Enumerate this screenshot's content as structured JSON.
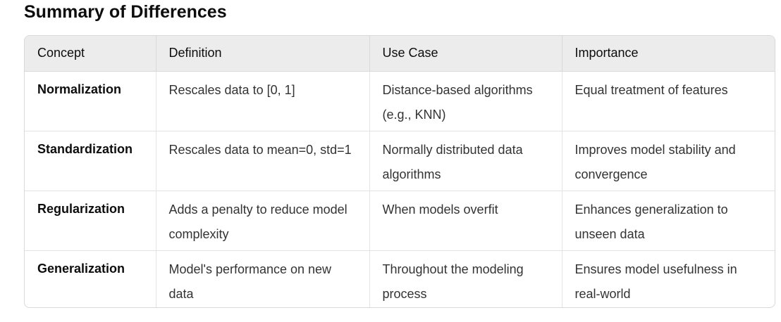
{
  "heading": "Summary of Differences",
  "table": {
    "headers": [
      "Concept",
      "Definition",
      "Use Case",
      "Importance"
    ],
    "rows": [
      [
        "Normalization",
        "Rescales data to [0, 1]",
        "Distance-based algorithms (e.g., KNN)",
        "Equal treatment of features"
      ],
      [
        "Standardization",
        "Rescales data to mean=0, std=1",
        "Normally distributed data algorithms",
        "Improves model stability and convergence"
      ],
      [
        "Regularization",
        "Adds a penalty to reduce model complexity",
        "When models overfit",
        "Enhances generalization to unseen data"
      ],
      [
        "Generalization",
        "Model's performance on new data",
        "Throughout the modeling process",
        "Ensures model usefulness in real-world"
      ]
    ]
  }
}
